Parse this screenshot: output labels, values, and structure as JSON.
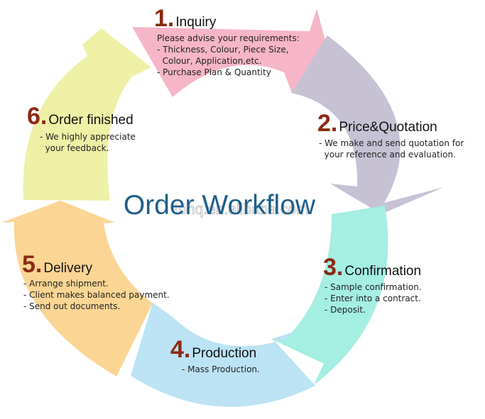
{
  "title": "Order Workflow",
  "watermark": "tonq.en.alibaba.com",
  "colors": {
    "title": "#1f5f8b",
    "number": "#8b2a12",
    "step_title": "#111111",
    "text": "#222222",
    "inquiry": "#f6b6c8",
    "price_quotation": "#c6c2d4",
    "confirmation": "#a4eee2",
    "production": "#bce3f4",
    "delivery": "#fbd594",
    "order_finished": "#eef0a6"
  },
  "steps": [
    {
      "id": "inquiry",
      "number": "1.",
      "title": "Inquiry",
      "lines": [
        "Please advise your requirements:",
        "- Thickness, Colour, Piece Size,",
        "  Colour, Application,etc.",
        "- Purchase Plan & Quantity"
      ]
    },
    {
      "id": "price_quotation",
      "number": "2.",
      "title": "Price&Quotation",
      "lines": [
        "- We make and send quotation for",
        "  your reference and evaluation."
      ]
    },
    {
      "id": "confirmation",
      "number": "3.",
      "title": "Confirmation",
      "lines": [
        "- Sample confirmation.",
        "- Enter into a contract.",
        "- Deposit."
      ]
    },
    {
      "id": "production",
      "number": "4.",
      "title": "Production",
      "lines": [
        "- Mass Production."
      ]
    },
    {
      "id": "delivery",
      "number": "5.",
      "title": "Delivery",
      "lines": [
        "- Arrange shipment.",
        "- Client makes balanced payment.",
        "- Send out documents."
      ]
    },
    {
      "id": "order_finished",
      "number": "6.",
      "title": "Order finished",
      "lines": [
        "- We highly appreciate",
        "  your feedback."
      ]
    }
  ]
}
